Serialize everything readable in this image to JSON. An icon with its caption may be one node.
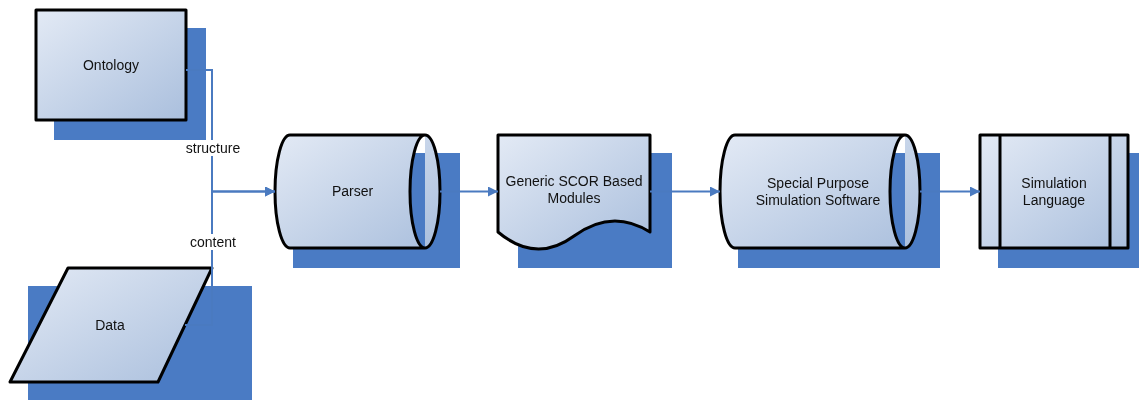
{
  "diagram": {
    "nodes": [
      {
        "text": [
          "Ontology"
        ]
      },
      {
        "text": [
          "Data"
        ]
      },
      {
        "text": [
          "Parser"
        ]
      },
      {
        "text": [
          "Generic SCOR Based Modules"
        ]
      },
      {
        "text": [
          "Special Purpose Simulation Software"
        ]
      },
      {
        "text": [
          "Simulation Language"
        ]
      }
    ],
    "edges": [
      {
        "from": 0,
        "to": 2,
        "arrow": "to",
        "label": "structure"
      },
      {
        "from": 1,
        "to": 2,
        "arrow": "to",
        "label": "content"
      },
      {
        "from": 2,
        "to": 3,
        "arrow": "to"
      },
      {
        "from": 3,
        "to": 4,
        "arrow": "to"
      },
      {
        "from": 4,
        "to": 5,
        "arrow": "to"
      }
    ]
  }
}
